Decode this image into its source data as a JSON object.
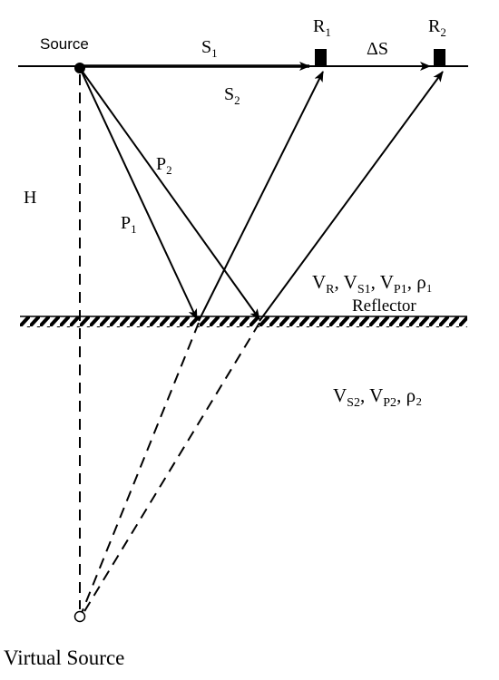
{
  "labels": {
    "source": "Source",
    "s1_main": "S",
    "s1_sub": "1",
    "s2_main": "S",
    "s2_sub": "2",
    "r1_main": "R",
    "r1_sub": "1",
    "r2_main": "R",
    "r2_sub": "2",
    "delta_s": "ΔS",
    "h": "H",
    "p1_main": "P",
    "p1_sub": "1",
    "p2_main": "P",
    "p2_sub": "2",
    "reflector": "Reflector",
    "upper_medium": {
      "vr_main": "V",
      "vr_sub": "R",
      "sep1": ", ",
      "vs1_main": "V",
      "vs1_sub": "S1",
      "sep2": ", ",
      "vp1_main": "V",
      "vp1_sub": "P1",
      "sep3": ", ",
      "rho1": "ρ₁"
    },
    "lower_medium": {
      "vs2_main": "V",
      "vs2_sub": "S2",
      "sep1": ", ",
      "vp2_main": "V",
      "vp2_sub": "P2",
      "sep2": ", ",
      "rho2": "ρ₂"
    },
    "virtual_source": "Virtual Source"
  },
  "colors": {
    "ink": "#000000",
    "background": "#ffffff"
  }
}
